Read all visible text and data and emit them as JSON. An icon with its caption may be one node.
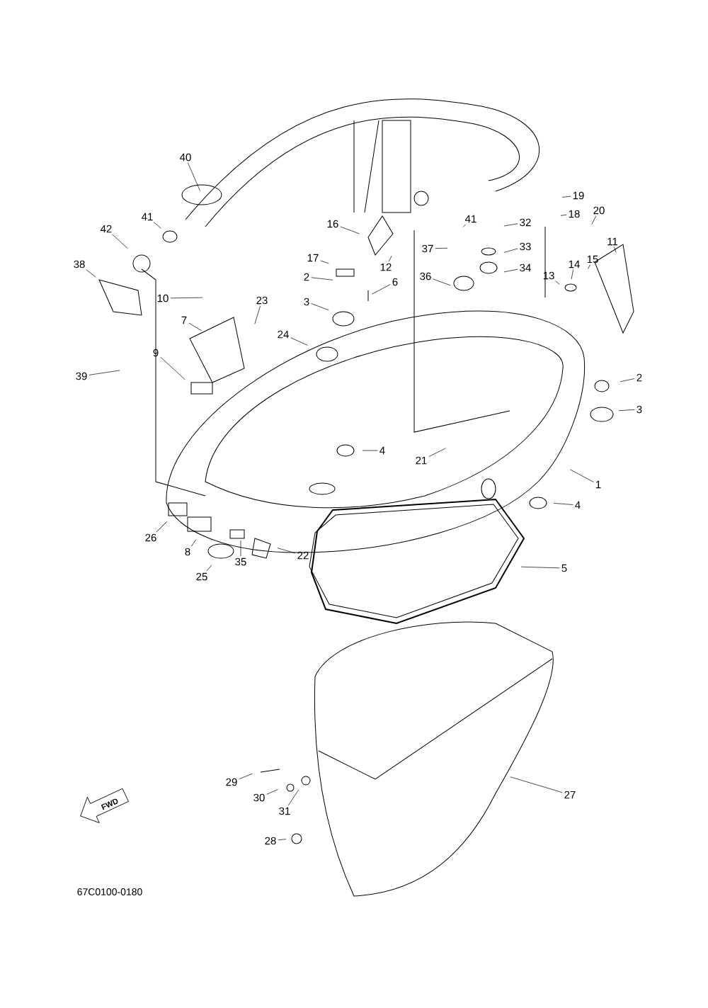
{
  "diagram": {
    "nodes": [
      {
        "text": [
          "40"
        ]
      },
      {
        "text": [
          "41"
        ]
      },
      {
        "text": [
          "42"
        ]
      },
      {
        "text": [
          "38"
        ]
      },
      {
        "text": [
          "39"
        ]
      },
      {
        "text": [
          "10"
        ]
      },
      {
        "text": [
          "23"
        ]
      },
      {
        "text": [
          "7"
        ]
      },
      {
        "text": [
          "9"
        ]
      },
      {
        "text": [
          "16"
        ]
      },
      {
        "text": [
          "17"
        ]
      },
      {
        "text": [
          "12"
        ]
      },
      {
        "text": [
          "2"
        ]
      },
      {
        "text": [
          "6"
        ]
      },
      {
        "text": [
          "3"
        ]
      },
      {
        "text": [
          "24"
        ]
      },
      {
        "text": [
          "41"
        ]
      },
      {
        "text": [
          "19"
        ]
      },
      {
        "text": [
          "18"
        ]
      },
      {
        "text": [
          "20"
        ]
      },
      {
        "text": [
          "32"
        ]
      },
      {
        "text": [
          "33"
        ]
      },
      {
        "text": [
          "37"
        ]
      },
      {
        "text": [
          "34"
        ]
      },
      {
        "text": [
          "36"
        ]
      },
      {
        "text": [
          "11"
        ]
      },
      {
        "text": [
          "15"
        ]
      },
      {
        "text": [
          "14"
        ]
      },
      {
        "text": [
          "13"
        ]
      },
      {
        "text": [
          "2"
        ]
      },
      {
        "text": [
          "3"
        ]
      },
      {
        "text": [
          "4"
        ]
      },
      {
        "text": [
          "21"
        ]
      },
      {
        "text": [
          "1"
        ]
      },
      {
        "text": [
          "4"
        ]
      },
      {
        "text": [
          "26"
        ]
      },
      {
        "text": [
          "8"
        ]
      },
      {
        "text": [
          "25"
        ]
      },
      {
        "text": [
          "35"
        ]
      },
      {
        "text": [
          "22"
        ]
      },
      {
        "text": [
          "5"
        ]
      },
      {
        "text": [
          "29"
        ]
      },
      {
        "text": [
          "30"
        ]
      },
      {
        "text": [
          "31"
        ]
      },
      {
        "text": [
          "28"
        ]
      },
      {
        "text": [
          "27"
        ]
      }
    ],
    "edges": [
      {
        "from": 0,
        "to": null,
        "arrow": "none"
      },
      {
        "from": 1,
        "to": null,
        "arrow": "none"
      },
      {
        "from": 2,
        "to": null,
        "arrow": "none"
      },
      {
        "from": 3,
        "to": null,
        "arrow": "none"
      },
      {
        "from": 4,
        "to": null,
        "arrow": "none"
      },
      {
        "from": 5,
        "to": null,
        "arrow": "none"
      },
      {
        "from": 6,
        "to": null,
        "arrow": "none"
      },
      {
        "from": 7,
        "to": null,
        "arrow": "none"
      },
      {
        "from": 8,
        "to": null,
        "arrow": "none"
      },
      {
        "from": 9,
        "to": null,
        "arrow": "none"
      },
      {
        "from": 10,
        "to": null,
        "arrow": "none"
      },
      {
        "from": 11,
        "to": null,
        "arrow": "none"
      },
      {
        "from": 12,
        "to": null,
        "arrow": "none"
      },
      {
        "from": 13,
        "to": null,
        "arrow": "none"
      },
      {
        "from": 14,
        "to": null,
        "arrow": "none"
      },
      {
        "from": 15,
        "to": null,
        "arrow": "none"
      },
      {
        "from": 16,
        "to": null,
        "arrow": "none"
      },
      {
        "from": 17,
        "to": null,
        "arrow": "none"
      },
      {
        "from": 18,
        "to": null,
        "arrow": "none"
      },
      {
        "from": 19,
        "to": null,
        "arrow": "none"
      },
      {
        "from": 20,
        "to": null,
        "arrow": "none"
      },
      {
        "from": 21,
        "to": null,
        "arrow": "none"
      },
      {
        "from": 22,
        "to": null,
        "arrow": "none"
      },
      {
        "from": 23,
        "to": null,
        "arrow": "none"
      },
      {
        "from": 24,
        "to": null,
        "arrow": "none"
      },
      {
        "from": 25,
        "to": null,
        "arrow": "none"
      },
      {
        "from": 26,
        "to": null,
        "arrow": "none"
      },
      {
        "from": 27,
        "to": null,
        "arrow": "none"
      },
      {
        "from": 28,
        "to": null,
        "arrow": "none"
      },
      {
        "from": 29,
        "to": null,
        "arrow": "none"
      },
      {
        "from": 30,
        "to": null,
        "arrow": "none"
      },
      {
        "from": 31,
        "to": null,
        "arrow": "none"
      },
      {
        "from": 32,
        "to": null,
        "arrow": "none"
      },
      {
        "from": 33,
        "to": null,
        "arrow": "none"
      },
      {
        "from": 34,
        "to": null,
        "arrow": "none"
      },
      {
        "from": 35,
        "to": null,
        "arrow": "none"
      },
      {
        "from": 36,
        "to": null,
        "arrow": "none"
      },
      {
        "from": 37,
        "to": null,
        "arrow": "none"
      },
      {
        "from": 38,
        "to": null,
        "arrow": "none"
      },
      {
        "from": 39,
        "to": null,
        "arrow": "none"
      },
      {
        "from": 40,
        "to": null,
        "arrow": "none"
      },
      {
        "from": 41,
        "to": null,
        "arrow": "none"
      },
      {
        "from": 42,
        "to": null,
        "arrow": "none"
      },
      {
        "from": 43,
        "to": null,
        "arrow": "none"
      },
      {
        "from": 44,
        "to": null,
        "arrow": "none"
      },
      {
        "from": 45,
        "to": null,
        "arrow": "none"
      }
    ],
    "labels": [
      "FWD",
      "67C0100-0180"
    ]
  }
}
